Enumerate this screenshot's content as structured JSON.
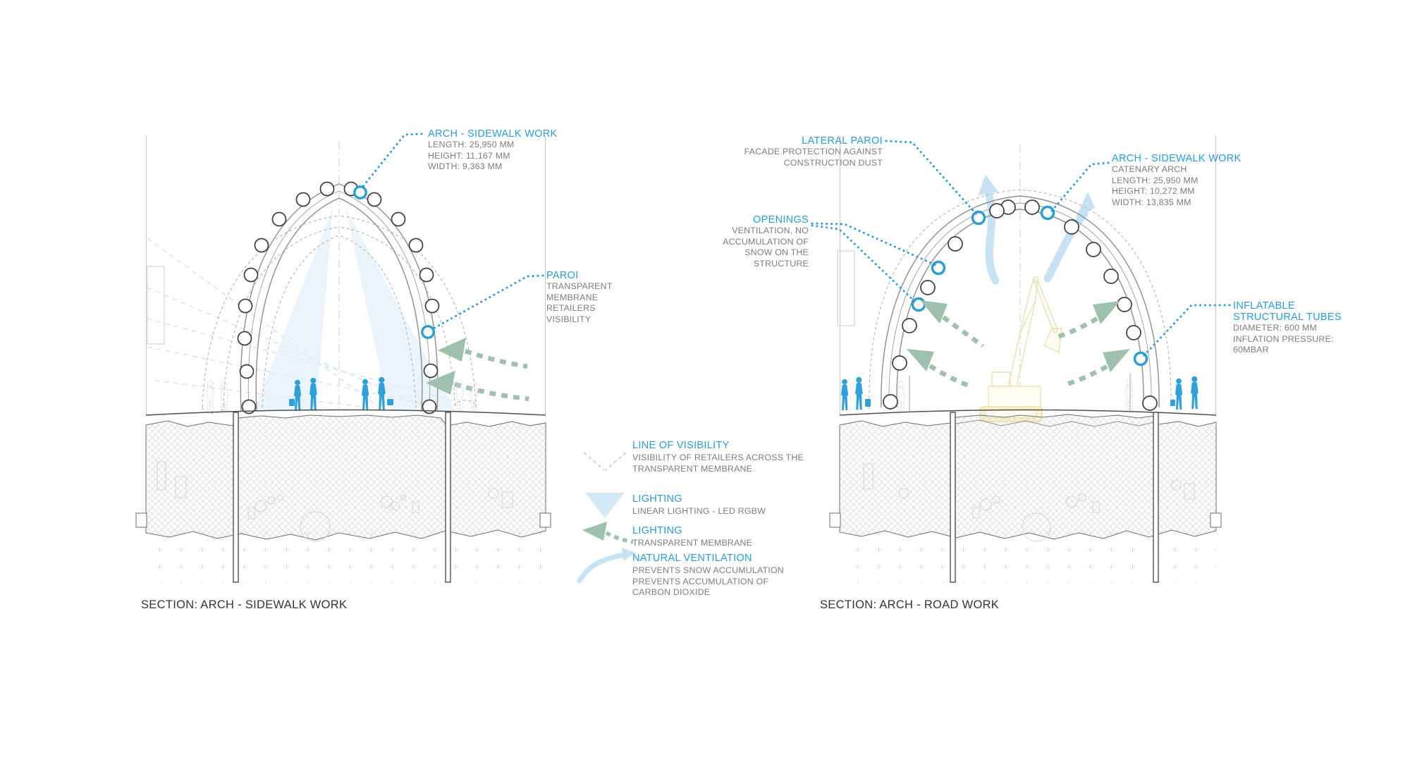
{
  "colors": {
    "accent_blue": "#2b9cd6",
    "annotation_gray": "#7d7d7d",
    "section_title_gray": "#353535",
    "green_arrow": "#9dc1ad",
    "light_blue": "#c6e2f4",
    "crane_yellow": "#eadfa6"
  },
  "left_diagram": {
    "section_title": "SECTION: ARCH - SIDEWALK WORK",
    "arch_annotation": {
      "title": "ARCH - SIDEWALK WORK",
      "lines": [
        "LENGTH: 25,950 MM",
        "HEIGHT: 11,167 MM",
        "WIDTH: 9,363 MM"
      ]
    },
    "paroi_annotation": {
      "title": "PAROI",
      "lines": [
        "TRANSPARENT",
        "MEMBRANE",
        "RETAILERS",
        "VISIBILITY"
      ]
    }
  },
  "legend": {
    "items": [
      {
        "icon": "dashed-sightlines-icon",
        "title": "LINE OF VISIBILITY",
        "lines": [
          "VISIBILITY OF RETAILERS ACROSS THE",
          "TRANSPARENT MEMBRANE"
        ]
      },
      {
        "icon": "light-beam-icon",
        "title": "LIGHTING",
        "lines": [
          "LINEAR LIGHTING - LED RGBW"
        ]
      },
      {
        "icon": "membrane-arrow-icon",
        "title": "LIGHTING",
        "lines": [
          "TRANSPARENT MEMBRANE"
        ]
      },
      {
        "icon": "wind-swoosh-icon",
        "title": "NATURAL VENTILATION",
        "lines": [
          "PREVENTS SNOW ACCUMULATION",
          "PREVENTS ACCUMULATION OF",
          "CARBON DIOXIDE"
        ]
      }
    ]
  },
  "right_diagram": {
    "section_title": "SECTION: ARCH - ROAD WORK",
    "lateral_paroi_annotation": {
      "title": "LATERAL PAROI",
      "lines": [
        "FACADE PROTECTION AGAINST",
        "CONSTRUCTION DUST"
      ]
    },
    "openings_annotation": {
      "title": "OPENINGS",
      "lines": [
        "VENTILATION, NO",
        "ACCUMULATION OF",
        "SNOW ON THE",
        "STRUCTURE"
      ]
    },
    "arch_annotation": {
      "title": "ARCH - SIDEWALK WORK",
      "lines": [
        "CATENARY ARCH",
        "LENGTH: 25,950 MM",
        "HEIGHT: 10,272 MM",
        "WIDTH: 13,835 MM"
      ]
    },
    "tubes_annotation": {
      "title": "INFLATABLE STRUCTURAL TUBES",
      "lines": [
        "DIAMETER: 600 MM",
        "INFLATION PRESSURE:",
        "60MBAR"
      ]
    }
  }
}
